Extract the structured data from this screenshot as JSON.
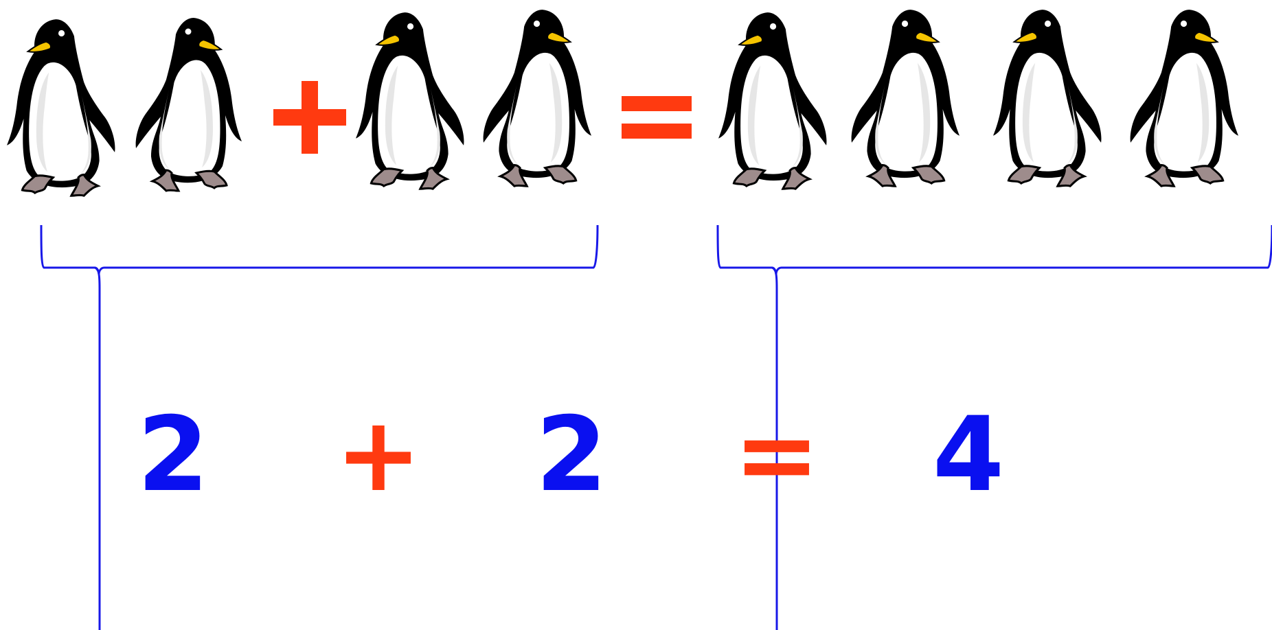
{
  "colors": {
    "number": "#0a10f0",
    "operator": "#ff3a10",
    "bracket": "#1818e8",
    "penguin_body": "#000000",
    "penguin_belly": "#ffffff",
    "penguin_belly_shade": "#e6e6e6",
    "penguin_beak": "#f5c400",
    "penguin_feet": "#9e8c8c"
  },
  "picture_row": {
    "left_group_count": 2,
    "right_group_count": 2,
    "total_group_count": 4,
    "plus_sign": "+",
    "equals_sign": "="
  },
  "equation": {
    "addend_a": "2",
    "plus": "+",
    "addend_b": "2",
    "equals": "=",
    "sum": "4"
  },
  "icons": [
    "penguin-icon",
    "plus-icon",
    "equals-icon",
    "bracket-connector"
  ]
}
